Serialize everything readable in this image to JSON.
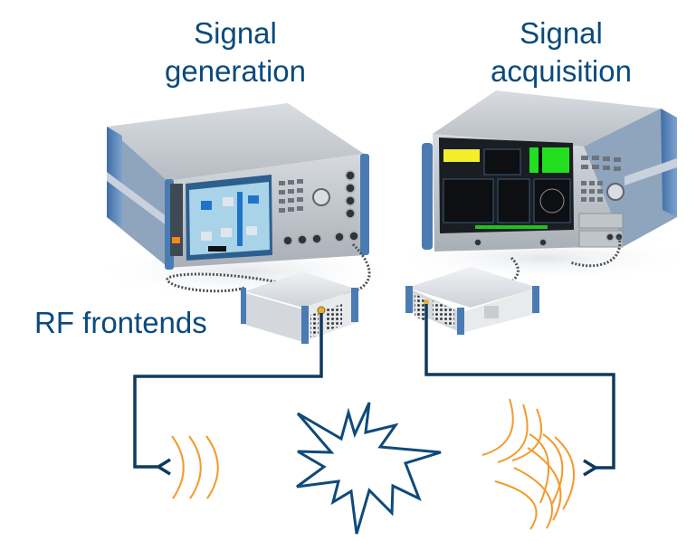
{
  "labels": {
    "generation_line1": "Signal",
    "generation_line2": "generation",
    "acquisition_line1": "Signal",
    "acquisition_line2": "acquisition",
    "rf_frontends": "RF frontends"
  },
  "colors": {
    "text": "#0b4a7c",
    "connector_line": "#0f3a5f",
    "wave": "#f39a2b",
    "starburst": "#0f4a7a",
    "instrument_blue": "#4f7fb5",
    "screen_green": "#22e01f",
    "screen_yellow": "#f2ee2a"
  },
  "diagram": {
    "nodes": [
      {
        "id": "signal-generator",
        "type": "instrument-photo",
        "label": "Signal generation"
      },
      {
        "id": "signal-analyzer",
        "type": "instrument-photo",
        "label": "Signal acquisition"
      },
      {
        "id": "rf-frontend-tx",
        "type": "frontend-photo",
        "label": "RF frontends"
      },
      {
        "id": "rf-frontend-rx",
        "type": "frontend-photo",
        "label": "RF frontends"
      },
      {
        "id": "tx-antenna",
        "type": "antenna-arrow"
      },
      {
        "id": "interference",
        "type": "starburst"
      },
      {
        "id": "rx-antenna",
        "type": "antenna-arrow"
      }
    ],
    "edges": [
      {
        "from": "signal-generator",
        "to": "rf-frontend-tx",
        "style": "cable"
      },
      {
        "from": "signal-analyzer",
        "to": "rf-frontend-rx",
        "style": "cable"
      },
      {
        "from": "rf-frontend-tx",
        "to": "tx-antenna",
        "style": "line"
      },
      {
        "from": "rf-frontend-rx",
        "to": "rx-antenna",
        "style": "line"
      },
      {
        "from": "tx-antenna",
        "to": "interference",
        "style": "radio-waves"
      },
      {
        "from": "interference",
        "to": "rx-antenna",
        "style": "scattered-waves"
      }
    ]
  }
}
